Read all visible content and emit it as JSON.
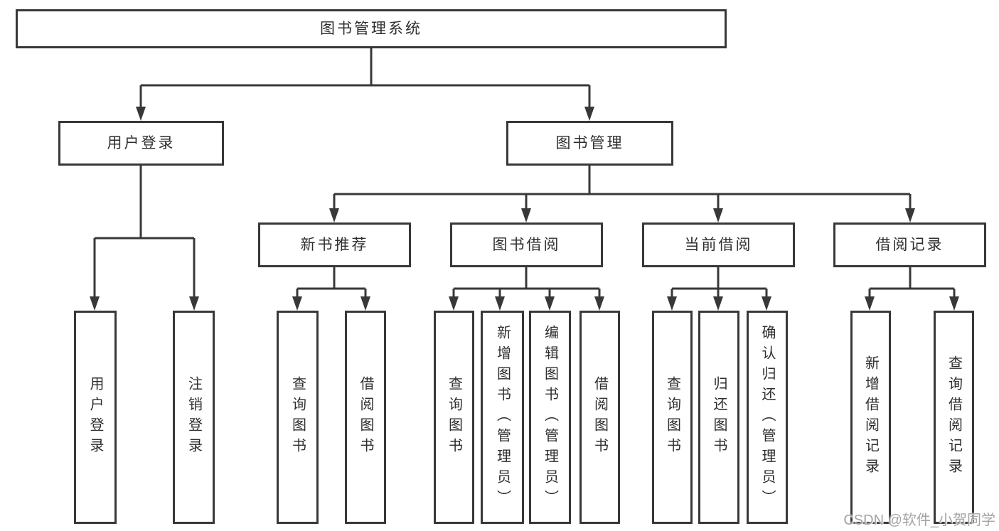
{
  "colors": {
    "line": "#383838",
    "text": "#2e2e2e",
    "watermark": "#a3a3a3",
    "node-bg": "#ffffff"
  },
  "watermark": {
    "text": "CSDN @软件_小贺同学"
  },
  "diagram": {
    "type": "hierarchy-tree",
    "root": {
      "label": "图书管理系统"
    },
    "branches": [
      {
        "label": "用户登录",
        "children": [
          {
            "label": "用户登录"
          },
          {
            "label": "注销登录"
          }
        ]
      },
      {
        "label": "图书管理",
        "children": [
          {
            "label": "新书推荐",
            "children": [
              {
                "label": "查询图书"
              },
              {
                "label": "借阅图书"
              }
            ]
          },
          {
            "label": "图书借阅",
            "children": [
              {
                "label": "查询图书"
              },
              {
                "label": "新增图书（管理员）"
              },
              {
                "label": "编辑图书（管理员）"
              },
              {
                "label": "借阅图书"
              }
            ]
          },
          {
            "label": "当前借阅",
            "children": [
              {
                "label": "查询图书"
              },
              {
                "label": "归还图书"
              },
              {
                "label": "确认归还（管理员）"
              }
            ]
          },
          {
            "label": "借阅记录",
            "children": [
              {
                "label": "新增借阅记录"
              },
              {
                "label": "查询借阅记录"
              }
            ]
          }
        ]
      }
    ]
  }
}
